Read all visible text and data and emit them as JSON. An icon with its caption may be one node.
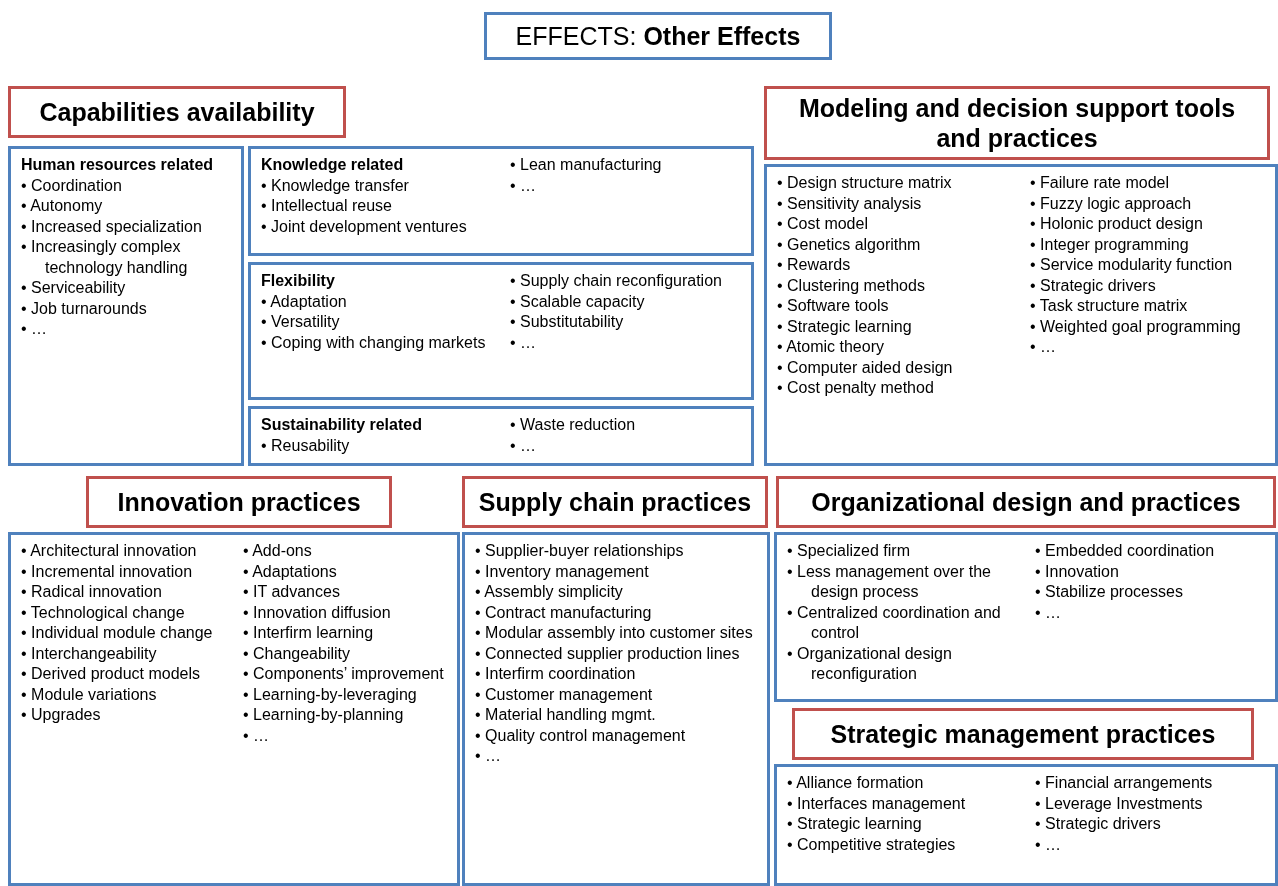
{
  "diagram": {
    "nodes": [
      {
        "text": [
          "EFFECTS: **Other Effects**"
        ]
      },
      {
        "text": [
          "Capabilities availability"
        ]
      },
      {
        "text": [
          "Human resources related",
          "• Coordination",
          "• Autonomy",
          "• Increased specialization",
          "• Increasingly complex technology handling",
          "• Serviceability",
          "• Job turnarounds",
          "• …"
        ]
      },
      {
        "text": [
          "Knowledge related",
          "• Knowledge transfer",
          "• Intellectual reuse",
          "• Joint development ventures",
          "• Lean manufacturing",
          "• …"
        ]
      },
      {
        "text": [
          "Flexibility",
          "• Adaptation",
          "• Versatility",
          "• Coping with changing markets",
          "• Supply chain reconfiguration",
          "• Scalable capacity",
          "• Substitutability",
          "• …"
        ]
      },
      {
        "text": [
          "Sustainability related",
          "• Reusability",
          "• Waste reduction",
          "• …"
        ]
      },
      {
        "text": [
          "Modeling and decision support tools and practices"
        ]
      },
      {
        "text": [
          "• Design structure matrix",
          "• Sensitivity analysis",
          "• Cost model",
          "• Genetics algorithm",
          "• Rewards",
          "• Clustering methods",
          "• Software tools",
          "• Strategic learning",
          "• Atomic theory",
          "• Computer aided design",
          "• Cost penalty method",
          "• Failure rate model",
          "• Fuzzy logic approach",
          "• Holonic product design",
          "• Integer programming",
          "• Service modularity function",
          "• Strategic drivers",
          "• Task structure matrix",
          "• Weighted goal programming",
          "• …"
        ]
      },
      {
        "text": [
          "Innovation practices"
        ]
      },
      {
        "text": [
          "• Architectural innovation",
          "• Incremental innovation",
          "• Radical innovation",
          "• Technological change",
          "• Individual module change",
          "• Interchangeability",
          "• Derived product models",
          "• Module variations",
          "• Upgrades",
          "• Add-ons",
          "• Adaptations",
          "• IT advances",
          "• Innovation diffusion",
          "• Interfirm learning",
          "• Changeability",
          "• Components’ improvement",
          "• Learning-by-leveraging",
          "• Learning-by-planning",
          "• …"
        ]
      },
      {
        "text": [
          "Supply chain practices"
        ]
      },
      {
        "text": [
          "• Supplier-buyer relationships",
          "• Inventory management",
          "• Assembly simplicity",
          "• Contract manufacturing",
          "• Modular assembly into customer sites",
          "• Connected supplier production lines",
          "• Interfirm coordination",
          "• Customer management",
          "• Material handling mgmt.",
          "• Quality control management",
          "• …"
        ]
      },
      {
        "text": [
          "Organizational design and practices"
        ]
      },
      {
        "text": [
          "• Specialized firm",
          "• Less management over the design process",
          "• Centralized coordination and control",
          "• Organizational design reconfiguration",
          "• Embedded coordination",
          "• Innovation",
          "• Stabilize processes",
          "• …"
        ]
      },
      {
        "text": [
          "Strategic management practices"
        ]
      },
      {
        "text": [
          "• Alliance formation",
          "• Interfaces management",
          "• Strategic learning",
          "• Competitive strategies",
          "• Financial arrangements",
          "• Leverage Investments",
          "• Strategic drivers",
          "• …"
        ]
      }
    ]
  }
}
